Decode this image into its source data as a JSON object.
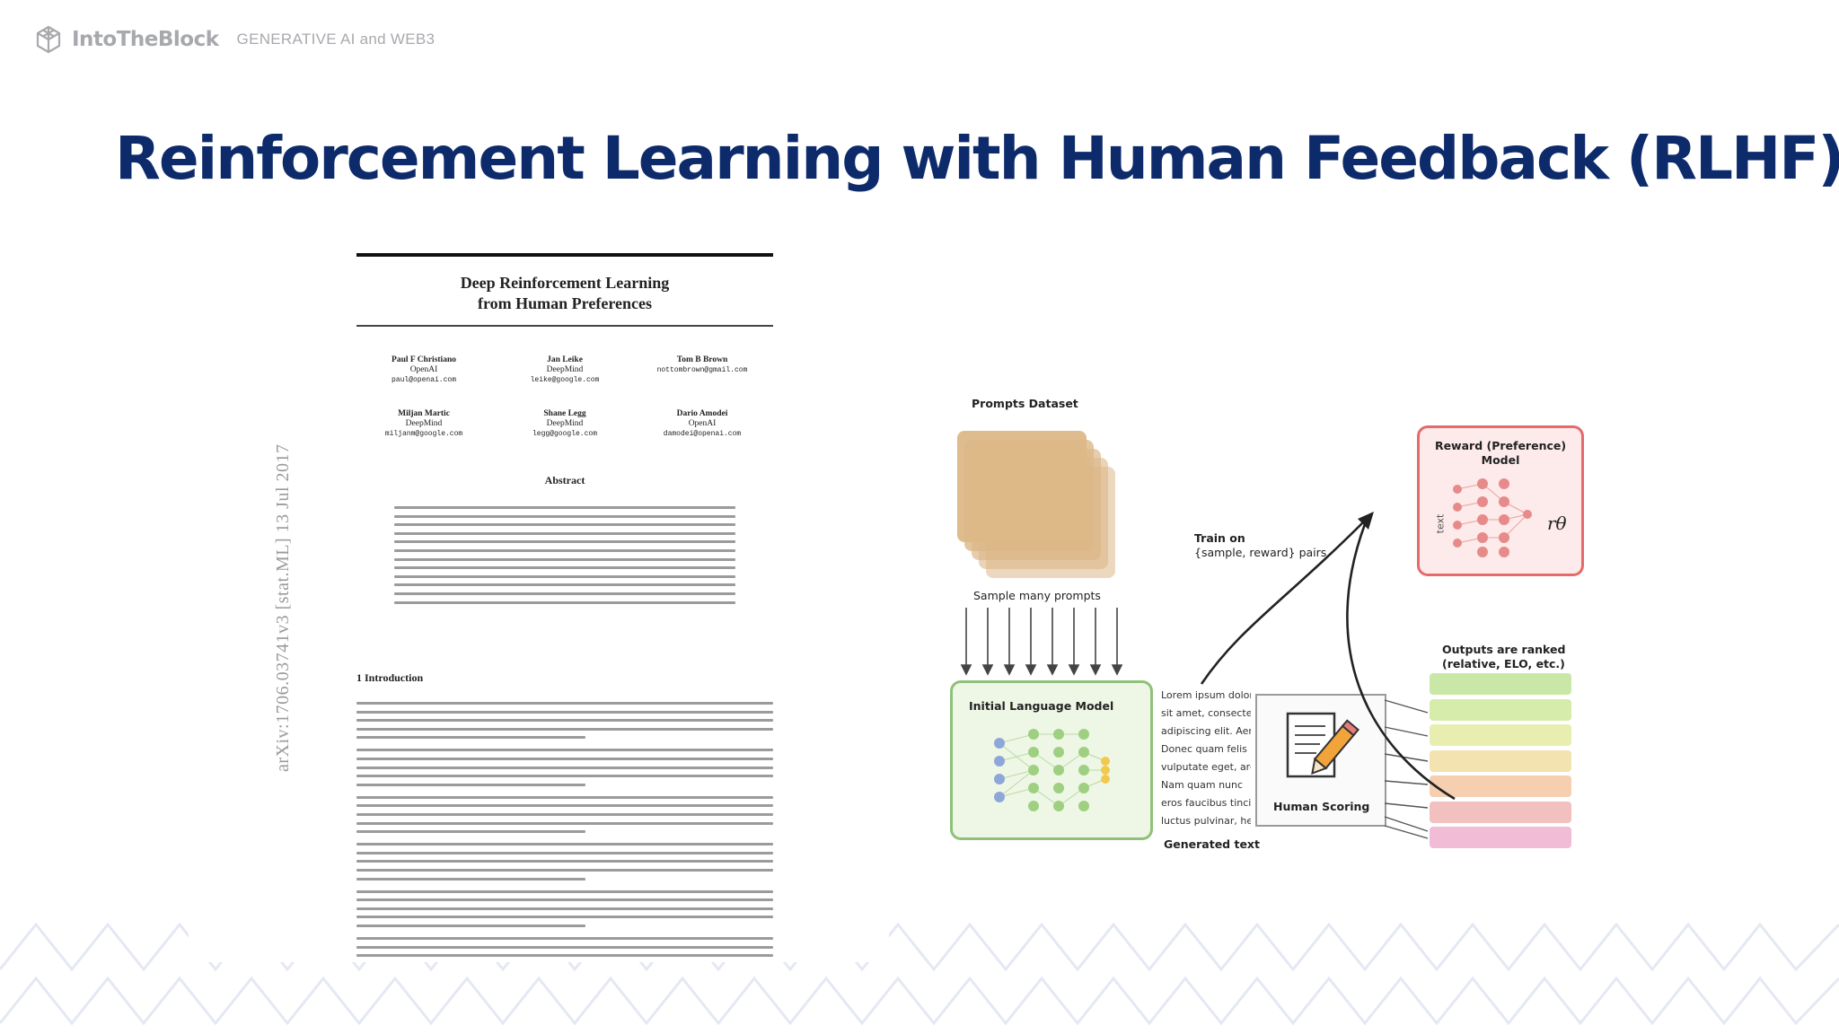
{
  "header": {
    "brand_name": "IntoTheBlock",
    "brand_tagline": "GENERATIVE AI and WEB3",
    "logo_icon": "cube-network-icon"
  },
  "slide": {
    "title": "Reinforcement Learning with Human Feedback (RLHF)"
  },
  "paper": {
    "arxiv_id": "arXiv:1706.03741v3  [stat.ML]  13 Jul 2017",
    "title_line1": "Deep Reinforcement Learning",
    "title_line2": "from Human Preferences",
    "authors": [
      {
        "name": "Paul F Christiano",
        "affiliation": "OpenAI",
        "email": "paul@openai.com"
      },
      {
        "name": "Jan Leike",
        "affiliation": "DeepMind",
        "email": "leike@google.com"
      },
      {
        "name": "Tom B Brown",
        "affiliation": "",
        "email": "nottombrown@gmail.com"
      },
      {
        "name": "Miljan Martic",
        "affiliation": "DeepMind",
        "email": "miljanm@google.com"
      },
      {
        "name": "Shane Legg",
        "affiliation": "DeepMind",
        "email": "legg@google.com"
      },
      {
        "name": "Dario Amodei",
        "affiliation": "OpenAI",
        "email": "damodei@openai.com"
      }
    ],
    "abstract_heading": "Abstract",
    "intro_heading": "1   Introduction"
  },
  "diagram": {
    "prompts_dataset": "Prompts Dataset",
    "sample_prompts": "Sample many prompts",
    "initial_lm": "Initial Language Model",
    "generated_text_label": "Generated text",
    "generated_lines": [
      "Lorem ipsum dolor",
      "sit amet, consectet",
      "adipiscing elit. Aen",
      "Donec quam felis",
      "vulputate eget, arc",
      "Nam quam nunc",
      "eros faucibus tincid",
      "luctus pulvinar, her"
    ],
    "human_scoring": "Human Scoring",
    "outputs_ranked_line1": "Outputs are ranked",
    "outputs_ranked_line2": "(relative, ELO, etc.)",
    "train_on_line1": "Train on",
    "train_on_line2": "{sample, reward} pairs",
    "reward_model_line1": "Reward (Preference)",
    "reward_model_line2": "Model",
    "text_label": "text",
    "r_theta": "rθ",
    "colors": {
      "lm_border": "#8fc17a",
      "reward_border": "#e66a6a",
      "prompts": "#dcb888",
      "title": "#0d2a6b"
    },
    "rank_colors": [
      "#c9e8a8",
      "#d6ecaa",
      "#e8eeb0",
      "#f3e3b0",
      "#f5cfb0",
      "#f3c0c0",
      "#f0bcd6"
    ]
  }
}
